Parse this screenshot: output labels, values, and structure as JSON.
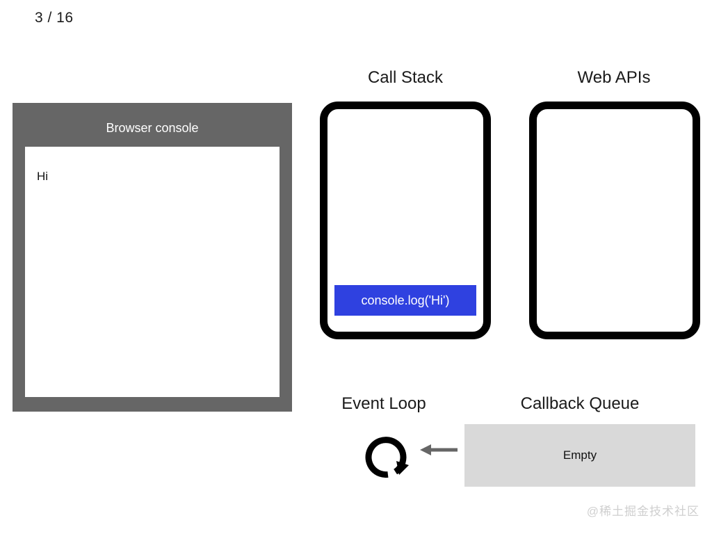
{
  "slide": {
    "counter": "3 / 16",
    "current": 3,
    "total": 16
  },
  "watermark": {
    "text": "@稀土掘金技术社区"
  },
  "browser_console": {
    "title": "Browser console",
    "frame_color": "#666666",
    "output_background": "#ffffff",
    "log_lines": [
      {
        "text": "Hi"
      }
    ]
  },
  "call_stack": {
    "heading": "Call Stack",
    "border_color": "#000000",
    "frames": [
      {
        "label": "console.log('Hi')",
        "color": "#2f41e0",
        "text_color": "#ffffff"
      }
    ]
  },
  "web_apis": {
    "heading": "Web APIs",
    "border_color": "#000000",
    "items": []
  },
  "event_loop": {
    "heading": "Event Loop",
    "icon": "circular-arrow-icon",
    "color": "#000000"
  },
  "callback_queue": {
    "heading": "Callback Queue",
    "status": "Empty",
    "background": "#d9d9d9"
  },
  "arrow": {
    "name": "queue-to-loop-arrow",
    "direction": "left",
    "color": "#666666"
  }
}
